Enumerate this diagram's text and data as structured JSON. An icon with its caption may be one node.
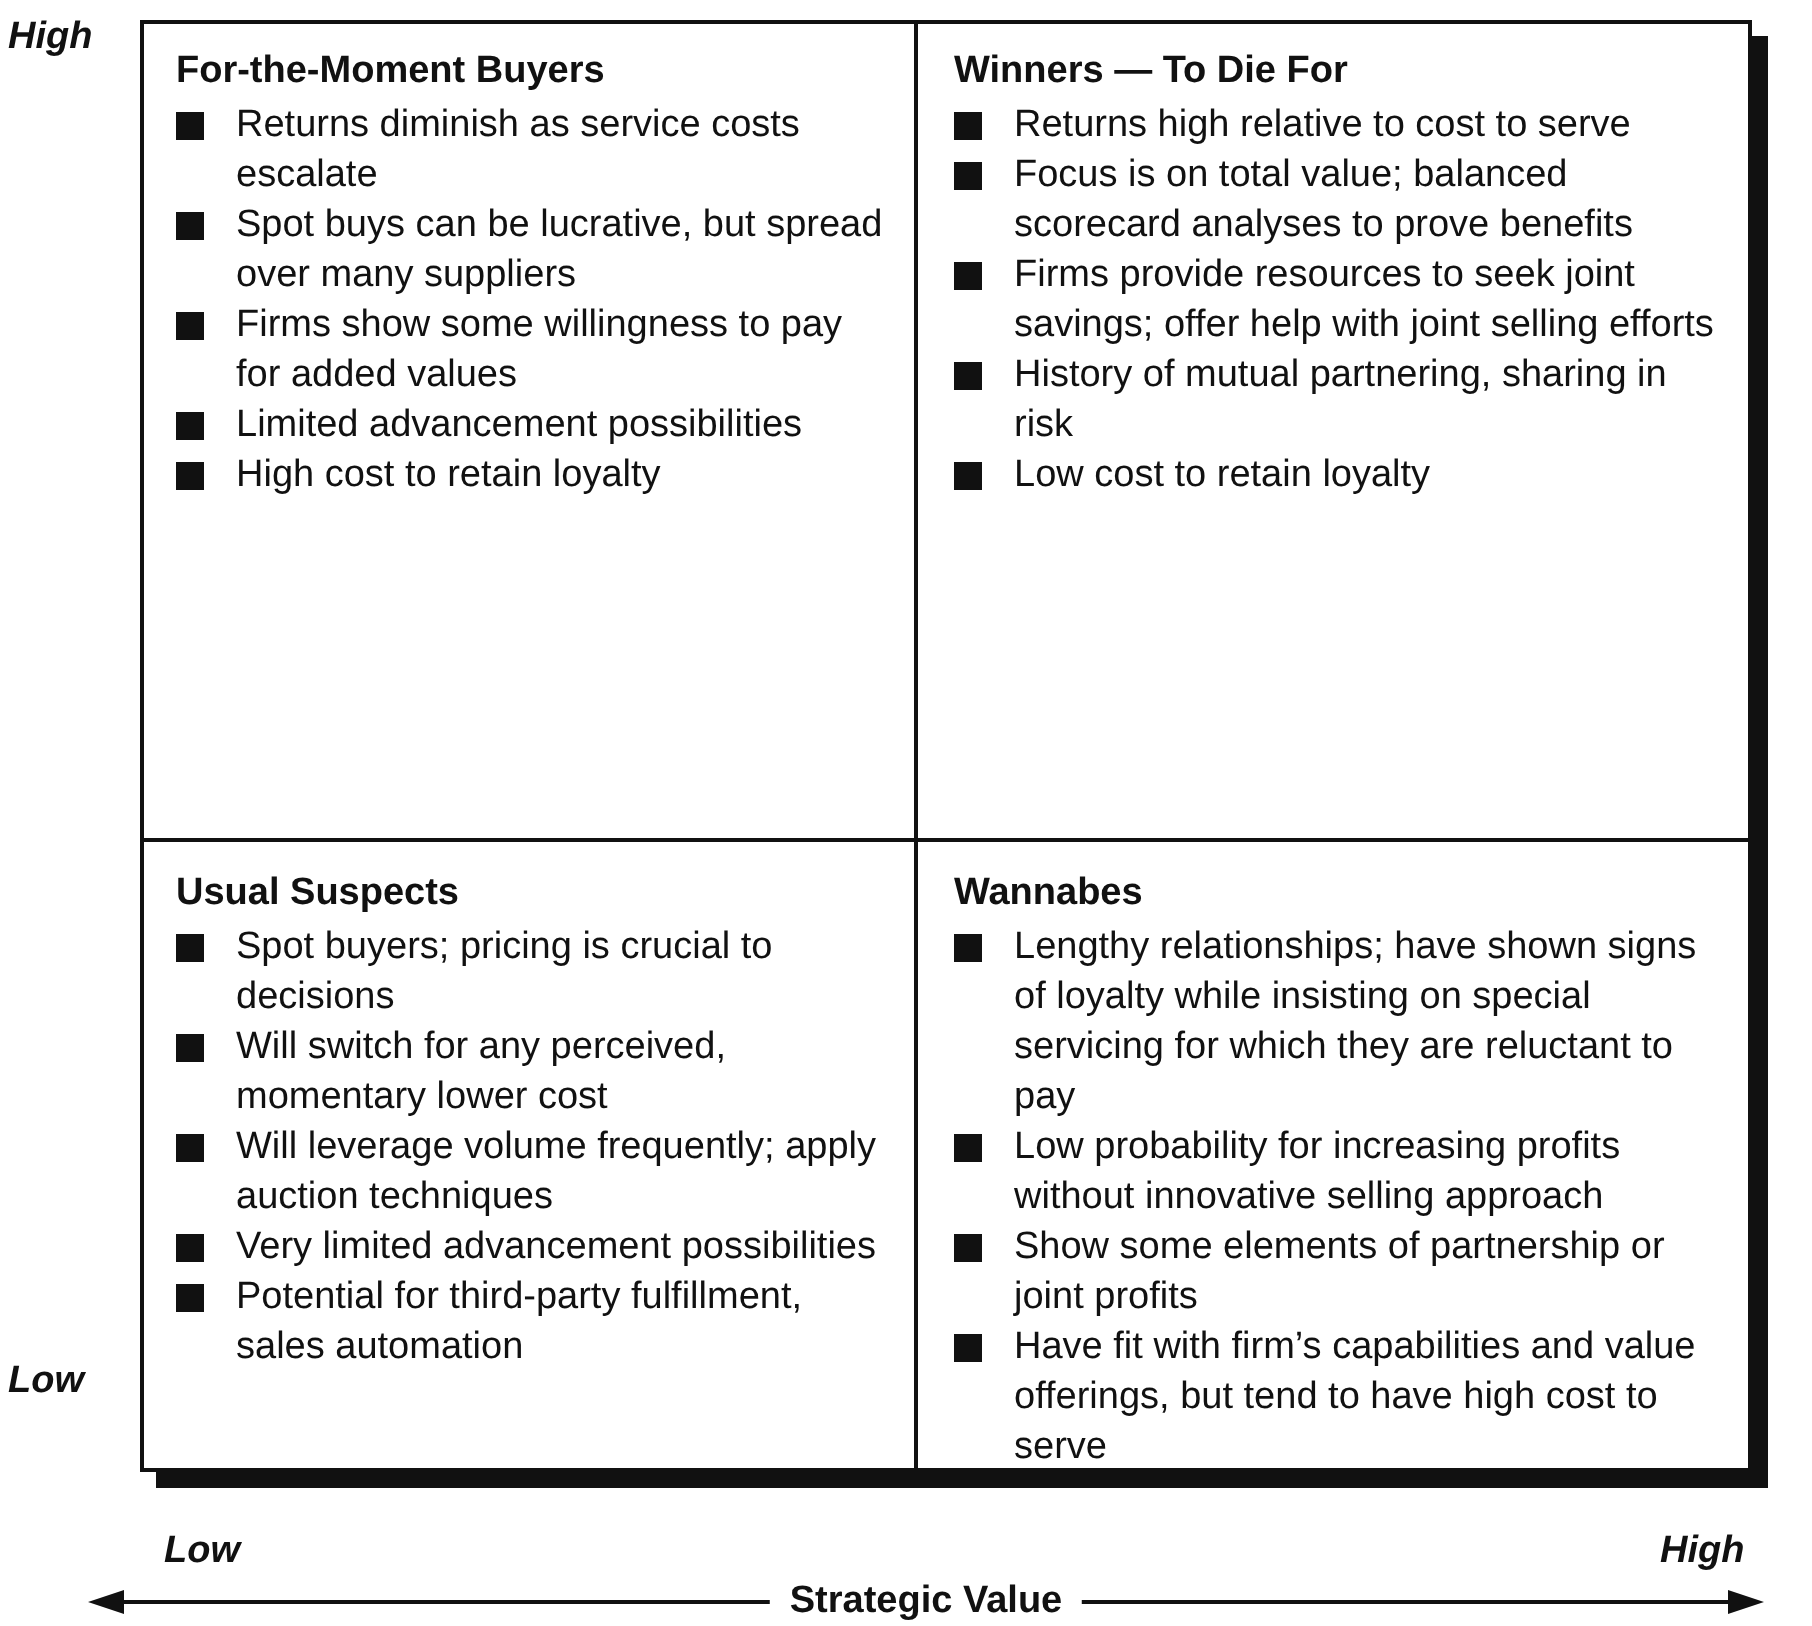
{
  "diagram": {
    "nodes": [
      {
        "text": [
          "For-the-Moment Buyers",
          "Returns diminish as service costs escalate",
          "Spot buys can be lucrative, but spread over many suppliers",
          "Firms show some willingness to pay for added values",
          "Limited advancement possibilities",
          "High cost to retain loyalty"
        ]
      },
      {
        "text": [
          "Winners — To Die For",
          "Returns high relative to cost to serve",
          "Focus is on total value; balanced scorecard analyses to prove benefits",
          "Firms provide resources to seek joint savings; offer help with joint selling efforts",
          "History of mutual partnering, sharing in risk",
          "Low cost to retain loyalty"
        ]
      },
      {
        "text": [
          "Usual Suspects",
          "Spot buyers; pricing is crucial to decisions",
          "Will switch for any perceived, momentary lower cost",
          "Will leverage volume frequently; apply auction techniques",
          "Very limited advancement possibilities",
          "Potential for third-party fulfillment, sales automation"
        ]
      },
      {
        "text": [
          "Wannabes",
          "Lengthy relationships; have shown signs of loyalty while insisting on special servicing for which they are reluctant to pay",
          "Low probability for increasing profits without innovative selling approach",
          "Show some elements of partnership or joint profits",
          "Have fit with firm’s capabilities and value offerings, but tend to have high cost to serve"
        ]
      }
    ],
    "edges": [],
    "labels": [
      "High",
      "Low",
      "Low",
      "High",
      "Strategic Value"
    ]
  }
}
